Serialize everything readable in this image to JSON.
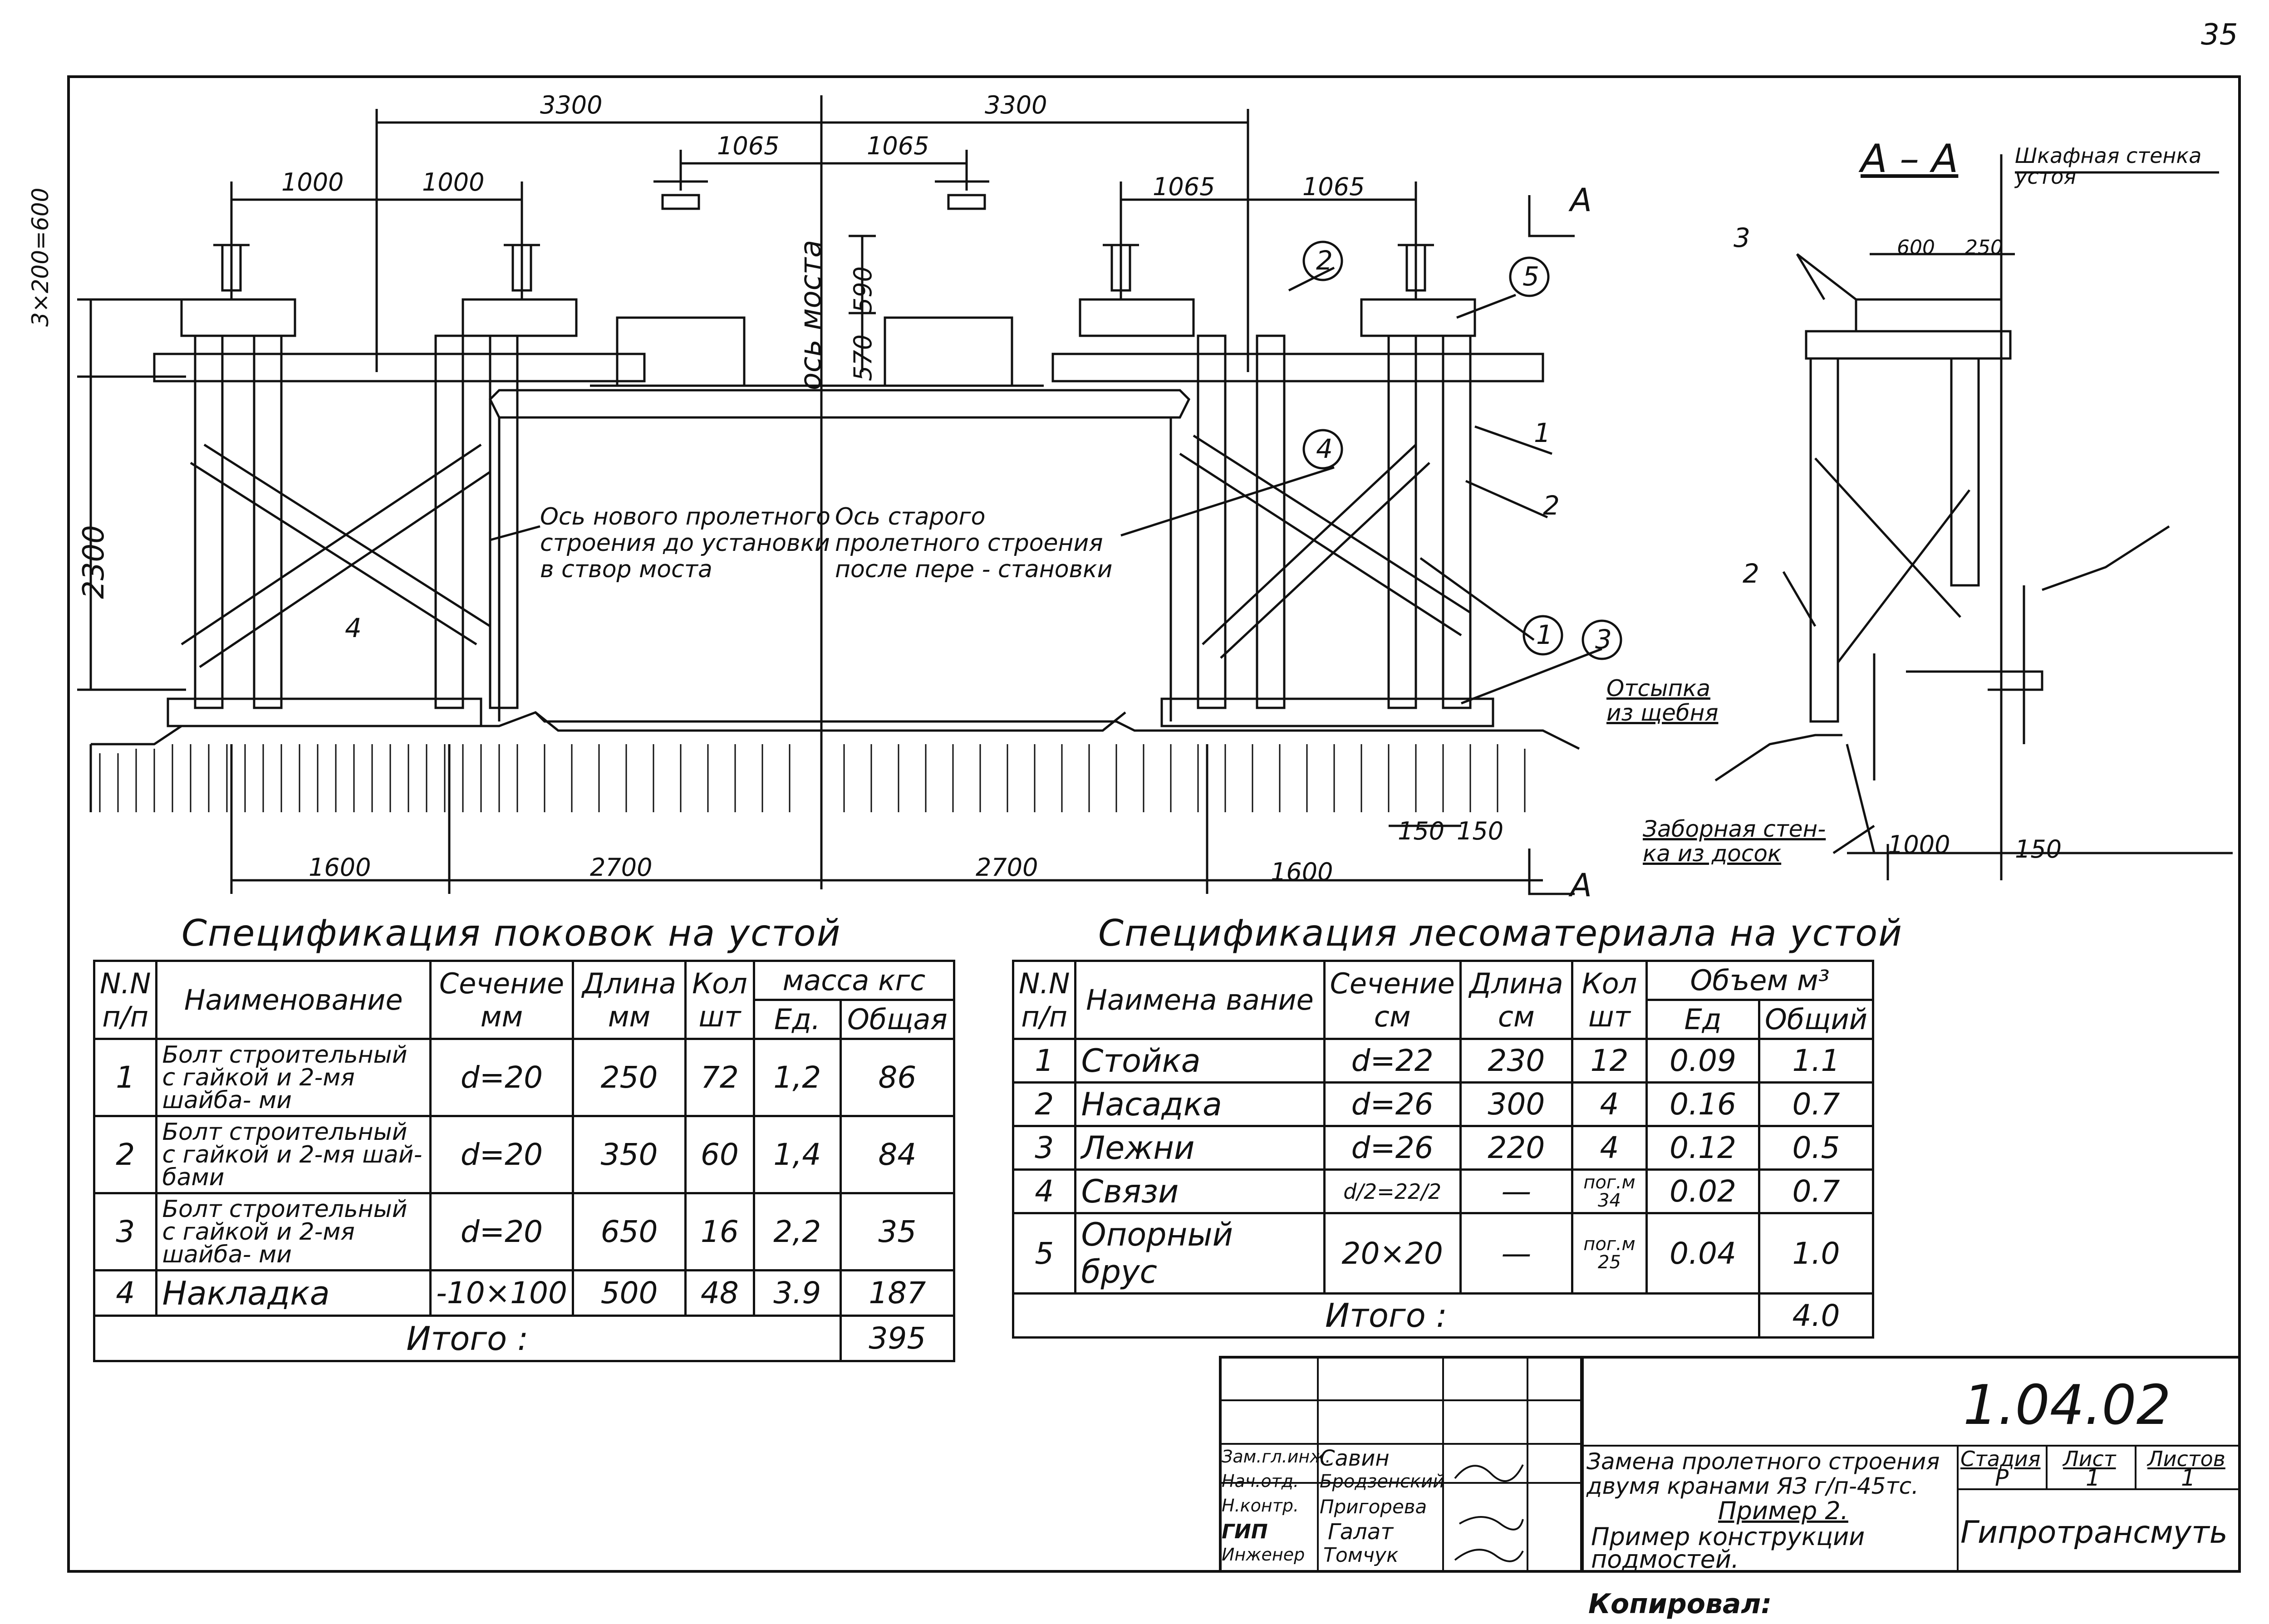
{
  "page_number": "35",
  "drawing": {
    "dims_top": [
      "3300",
      "3300",
      "1065",
      "1065",
      "1000",
      "1000",
      "1065",
      "1065"
    ],
    "dims_vertical": [
      "3×200=600",
      "2300",
      "590",
      "570"
    ],
    "axis_label": "ось моста",
    "dims_bottom": [
      "1600",
      "2700",
      "2700",
      "1600",
      "150",
      "150"
    ],
    "section_letter": "А",
    "label_new_span": "Ось нового пролетного строения до установки в створ моста",
    "label_old_span": "Ось старого пролетного строения после пере - становки",
    "callouts": [
      "1",
      "2",
      "3",
      "4",
      "5"
    ],
    "leader_numbers": [
      "1",
      "2",
      "3",
      "4",
      "2",
      "3"
    ],
    "section": {
      "title": "А – А",
      "label_wall": "Шкафная стенка устоя",
      "dims": [
        "600",
        "250",
        "1000",
        "150"
      ],
      "label_otsypka": "Отсыпка из щебня",
      "label_fence": "Заборная стен- ка из досок"
    }
  },
  "spec_forgings": {
    "title": "Спецификация поковок на устой",
    "headers": {
      "nn": "N.N п/п",
      "name": "Наименование",
      "section": "Сечение мм",
      "length": "Длина мм",
      "qty": "Кол шт",
      "mass": "масса кгс",
      "unit": "Ед.",
      "total": "Общая"
    },
    "rows": [
      {
        "n": "1",
        "name": "Болт строительный с гайкой и 2-мя шайба- ми",
        "section": "d=20",
        "length": "250",
        "qty": "72",
        "unit": "1,2",
        "total": "86"
      },
      {
        "n": "2",
        "name": "Болт строительный с гайкой и 2-мя шай- бами",
        "section": "d=20",
        "length": "350",
        "qty": "60",
        "unit": "1,4",
        "total": "84"
      },
      {
        "n": "3",
        "name": "Болт строительный с гайкой и 2-мя шайба- ми",
        "section": "d=20",
        "length": "650",
        "qty": "16",
        "unit": "2,2",
        "total": "35"
      },
      {
        "n": "4",
        "name": "Накладка",
        "section": "-10×100",
        "length": "500",
        "qty": "48",
        "unit": "3.9",
        "total": "187"
      }
    ],
    "total_label": "Итого :",
    "total_value": "395"
  },
  "spec_timber": {
    "title": "Спецификация лесоматериала на устой",
    "headers": {
      "nn": "N.N п/п",
      "name": "Наимена вание",
      "section": "Сечение см",
      "length": "Длина см",
      "qty": "Кол шт",
      "volume": "Объем м³",
      "unit": "Ед",
      "total": "Общий"
    },
    "rows": [
      {
        "n": "1",
        "name": "Стойка",
        "section": "d=22",
        "length": "230",
        "qty": "12",
        "unit": "0.09",
        "total": "1.1"
      },
      {
        "n": "2",
        "name": "Насадка",
        "section": "d=26",
        "length": "300",
        "qty": "4",
        "unit": "0.16",
        "total": "0.7"
      },
      {
        "n": "3",
        "name": "Лежни",
        "section": "d=26",
        "length": "220",
        "qty": "4",
        "unit": "0.12",
        "total": "0.5"
      },
      {
        "n": "4",
        "name": "Связи",
        "section": "d/2=22/2",
        "length": "—",
        "qty": "пог.м 34",
        "unit": "0.02",
        "total": "0.7"
      },
      {
        "n": "5",
        "name": "Опорный брус",
        "section": "20×20",
        "length": "—",
        "qty": "пог.м 25",
        "unit": "0.04",
        "total": "1.0"
      }
    ],
    "total_label": "Итого :",
    "total_value": "4.0"
  },
  "title_block": {
    "code": "1.04.02",
    "roles": [
      "Зам.гл.инж.",
      "Нач.отд.",
      "Н.контр.",
      "ГИП",
      "Инженер"
    ],
    "names": [
      "Савин",
      "Бродзенский",
      "Пригорева",
      "Галат",
      "Томчук"
    ],
    "title_main": "Замена пролетного строения двумя кранами ЯЗ г/п-45тс.",
    "title_example": "Пример 2.",
    "title_sub": "Пример конструкции подмостей.",
    "stage_label": "Стадия",
    "sheet_label": "Лист",
    "sheets_label": "Листов",
    "stage": "Р",
    "sheet": "1",
    "sheets": "1",
    "org": "Гипротрансмуть"
  },
  "copied": "Копировал:"
}
